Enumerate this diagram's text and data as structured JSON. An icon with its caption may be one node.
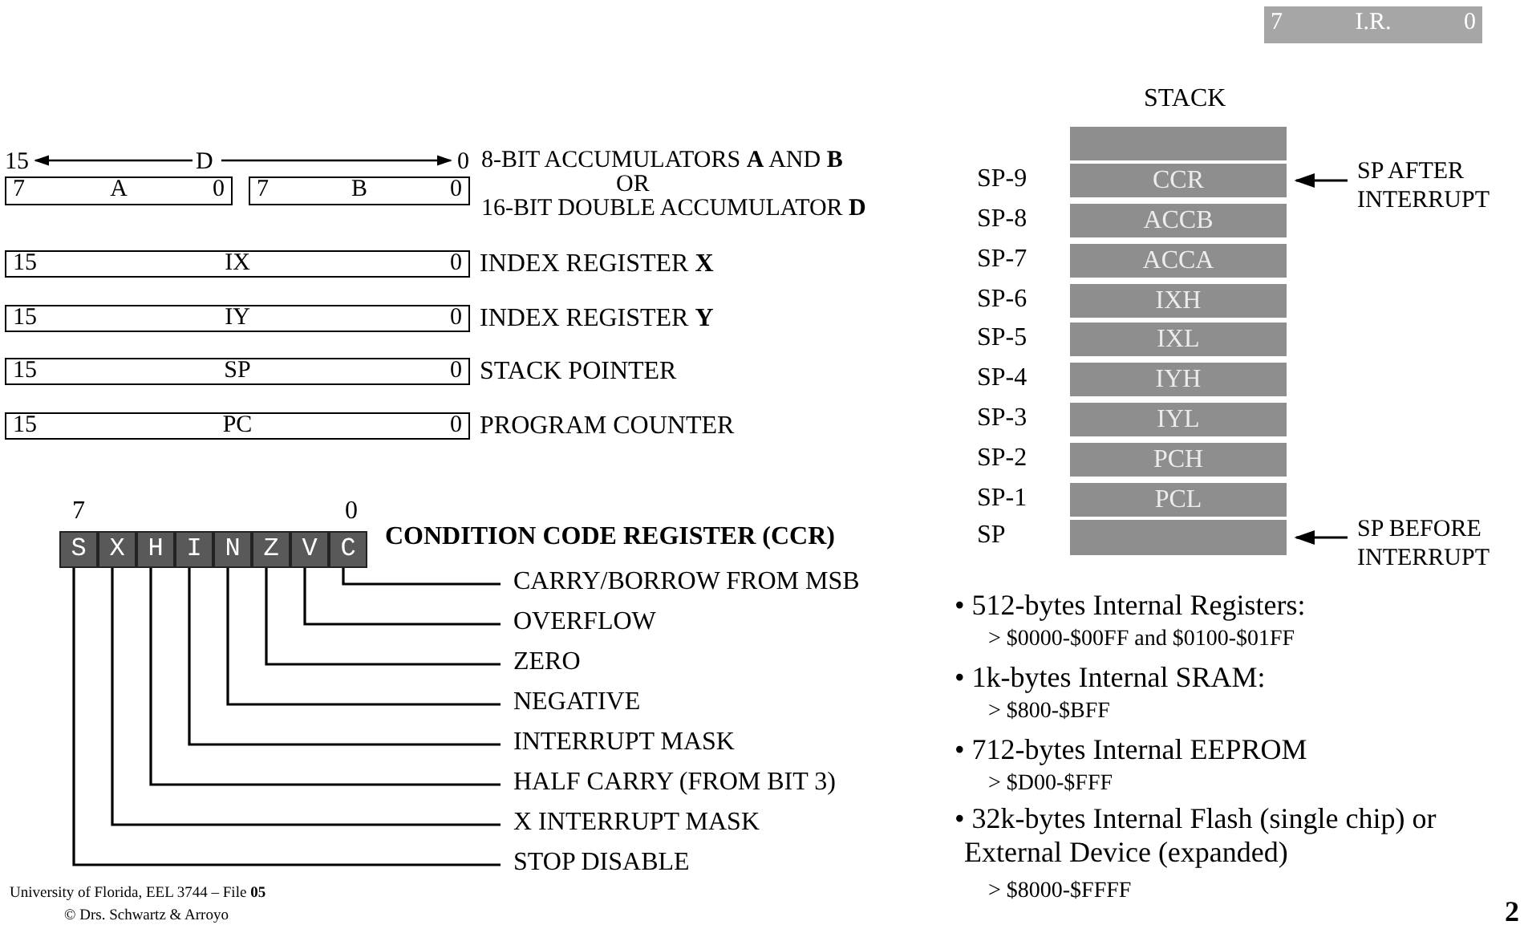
{
  "diagram": {
    "nodes": [
      {
        "text": [
          "7",
          "I.R.",
          "0"
        ]
      },
      {
        "text": [
          "7",
          "A",
          "0"
        ]
      },
      {
        "text": [
          "7",
          "B",
          "0"
        ]
      },
      {
        "text": [
          "15",
          "IX",
          "0"
        ]
      },
      {
        "text": [
          "15",
          "IY",
          "0"
        ]
      },
      {
        "text": [
          "15",
          "SP",
          "0"
        ]
      },
      {
        "text": [
          "15",
          "PC",
          "0"
        ]
      },
      {
        "text": [
          "S"
        ]
      },
      {
        "text": [
          "X"
        ]
      },
      {
        "text": [
          "H"
        ]
      },
      {
        "text": [
          "I"
        ]
      },
      {
        "text": [
          "N"
        ]
      },
      {
        "text": [
          "Z"
        ]
      },
      {
        "text": [
          "V"
        ]
      },
      {
        "text": [
          "C"
        ]
      },
      {
        "text": [
          "CARRY/BORROW FROM MSB"
        ]
      },
      {
        "text": [
          "OVERFLOW"
        ]
      },
      {
        "text": [
          "ZERO"
        ]
      },
      {
        "text": [
          "NEGATIVE"
        ]
      },
      {
        "text": [
          "INTERRUPT MASK"
        ]
      },
      {
        "text": [
          "HALF CARRY (FROM BIT 3)"
        ]
      },
      {
        "text": [
          "X INTERRUPT MASK"
        ]
      },
      {
        "text": [
          "STOP DISABLE"
        ]
      },
      {
        "text": [],
        "shape": "bar"
      },
      {
        "text": [
          "CCR"
        ],
        "beside": [
          "SP-9"
        ]
      },
      {
        "text": [
          "ACCB"
        ],
        "beside": [
          "SP-8"
        ]
      },
      {
        "text": [
          "ACCA"
        ],
        "beside": [
          "SP-7"
        ]
      },
      {
        "text": [
          "IXH"
        ],
        "beside": [
          "SP-6"
        ]
      },
      {
        "text": [
          "IXL"
        ],
        "beside": [
          "SP-5"
        ]
      },
      {
        "text": [
          "IYH"
        ],
        "beside": [
          "SP-4"
        ]
      },
      {
        "text": [
          "IYL"
        ],
        "beside": [
          "SP-3"
        ]
      },
      {
        "text": [
          "PCH"
        ],
        "beside": [
          "SP-2"
        ]
      },
      {
        "text": [
          "PCL"
        ],
        "beside": [
          "SP-1"
        ]
      },
      {
        "text": [],
        "shape": "bar",
        "beside": [
          "SP"
        ]
      },
      {
        "text": [
          "SP AFTER INTERRUPT"
        ]
      },
      {
        "text": [
          "SP BEFORE INTERRUPT"
        ]
      }
    ],
    "edges": [
      {
        "from": 14,
        "to": 15,
        "arrow": "none"
      },
      {
        "from": 13,
        "to": 16,
        "arrow": "none"
      },
      {
        "from": 12,
        "to": 17,
        "arrow": "none"
      },
      {
        "from": 11,
        "to": 18,
        "arrow": "none"
      },
      {
        "from": 10,
        "to": 19,
        "arrow": "none"
      },
      {
        "from": 9,
        "to": 20,
        "arrow": "none"
      },
      {
        "from": 8,
        "to": 21,
        "arrow": "none"
      },
      {
        "from": 7,
        "to": 22,
        "arrow": "none"
      },
      {
        "from": 34,
        "to": 24,
        "arrow": "to"
      },
      {
        "from": 35,
        "to": 33,
        "arrow": "to"
      }
    ],
    "labels": [
      "15",
      "D",
      "0",
      "8-BIT ACCUMULATORS **A** AND **B**",
      "OR",
      "16-BIT DOUBLE ACCUMULATOR **D**",
      "INDEX REGISTER **X**",
      "INDEX REGISTER **Y**",
      "STACK POINTER",
      "PROGRAM COUNTER",
      "STACK",
      "7",
      "0",
      "CONDITION CODE REGISTER (CCR)",
      "• 512-bytes Internal Registers:",
      "> $0000-$00FF and $0100-$01FF",
      "• 1k-bytes Internal SRAM:",
      "> $800-$BFF",
      "• 712-bytes Internal EEPROM",
      "> $D00-$FFF",
      "• 32k-bytes Internal Flash (single chip) or External Device (expanded)",
      "University of Florida, EEL 3744 – File **05**",
      "> $8000-$FFFF",
      "© Drs. Schwartz & Arroyo",
      "2"
    ]
  }
}
